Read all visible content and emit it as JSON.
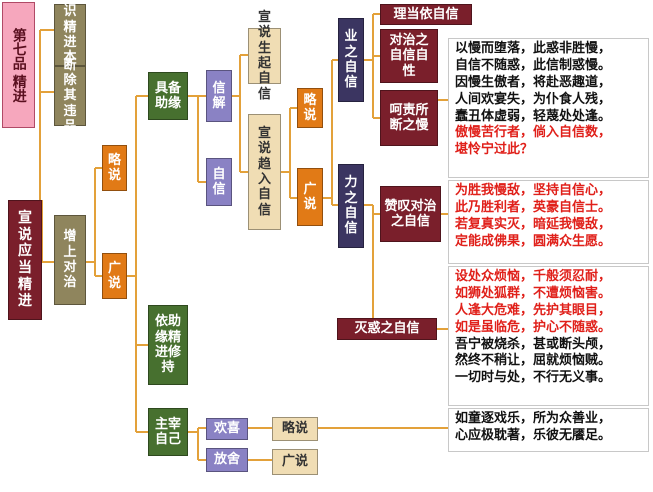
{
  "title": "第七品 精进",
  "root": "宣说应当精进",
  "level1": {
    "a": "认识精进本体",
    "b": "断除其违品",
    "c": "增上对治"
  },
  "level2": {
    "brief": "略说",
    "wide": "广说"
  },
  "level3": {
    "a": "具备助缘",
    "b": "依助缘精进修持",
    "c": "主宰自己"
  },
  "level4": {
    "xinjie": "信解",
    "zixin": "自信",
    "huanxi": "欢喜",
    "fangshe": "放舍"
  },
  "level5": {
    "a": "宣说生起自信",
    "b": "宣说趋入自信",
    "c": "略说",
    "d": "广说"
  },
  "level6": {
    "lue": "略说",
    "guang": "广说",
    "ye": "业之自信",
    "li": "力之自信"
  },
  "level7": {
    "a": "理当依自信",
    "b": "对治之自信自性",
    "c": "呵责所断之慢",
    "d": "赞叹对治之自信",
    "e": "灭惑之自信"
  },
  "verses": {
    "v1": [
      "以慢而堕落，此惑非胜慢，",
      "自信不随惑，此信制惑慢。",
      "因慢生傲者，将赴恶趣道，",
      "人间欢宴失，为仆食人残，",
      "蠢丑体虚弱，轻蔑处处逢。"
    ],
    "v1_red": [
      "傲慢苦行者，倘入自信数，",
      "堪怜宁过此？"
    ],
    "v2": [
      "为胜我慢敌，坚持自信心，",
      "此乃胜利者，英豪自信士。",
      "若复真实灭，暗延我慢敌，",
      "定能成佛果，圆满众生愿。"
    ],
    "v3_red": [
      "设处众烦恼，千般须忍耐，",
      "如狮处狐群，不遭烦恼害。",
      "人逢大危难，先护其眼目，",
      "如是虽临危，护心不随惑。"
    ],
    "v3": [
      "吾宁被烧杀，甚或断头颅，",
      "然终不稍让，屈就烦恼贼。",
      "一切时与处，不行无义事。"
    ],
    "v4": [
      "如童逐戏乐，所为众善业，",
      "心应极耽著，乐彼无餍足。"
    ]
  },
  "colors": {
    "maroon": "#7a1f2b",
    "olive": "#8f855d",
    "orange": "#e17a16",
    "green": "#47702f",
    "lavender": "#8a82c4",
    "cream": "#f0ddb4",
    "navy": "#3b3561",
    "pink": "#f6a7bd",
    "line": "#e3a13a",
    "verse_red": "#e0201a"
  }
}
